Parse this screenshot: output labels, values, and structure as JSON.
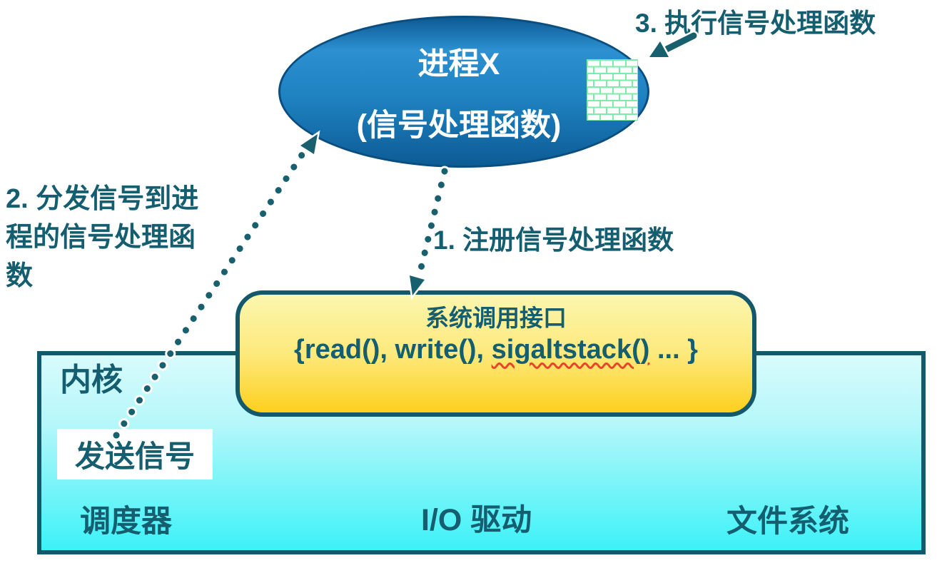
{
  "colors": {
    "teal_text": "#155e70",
    "box_border": "#14596b",
    "ellipse_blue_top": "#2c90d1",
    "ellipse_blue_bottom": "#0c5c95",
    "kernel_cyan_top": "#d9fbfc",
    "kernel_cyan_bottom": "#3df2f8",
    "syscall_yellow_top": "#fcf6ae",
    "syscall_yellow_bottom": "#fdd01e",
    "brick_green": "#7deca9",
    "spellcheck_red": "#e8442b",
    "dotted_arrow": "#19606f"
  },
  "process_ellipse": {
    "title": "进程X",
    "subtitle": "(信号处理函数)"
  },
  "notes": {
    "note1": "1. 注册信号处理函数",
    "note2_lines": [
      "2. 分发信号到进",
      "程的信号处理函",
      "数"
    ],
    "note3": "3. 执行信号处理函数"
  },
  "syscall_box": {
    "title": "系统调用接口",
    "code_prefix": "{read(), write(), ",
    "code_highlight": "sigaltstack()",
    "code_suffix": " ... }"
  },
  "kernel": {
    "label": "内核",
    "send_signal": "发送信号",
    "components": [
      "调度器",
      "I/O 驱动",
      "文件系统"
    ]
  }
}
